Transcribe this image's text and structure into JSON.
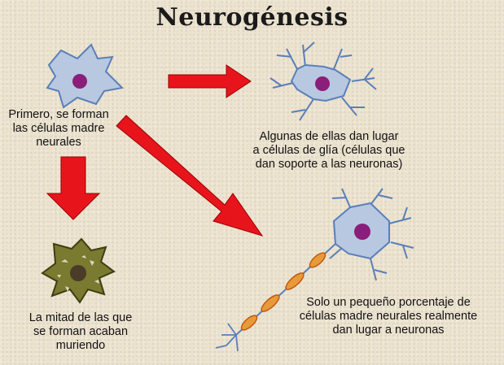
{
  "title": "Neurogénesis",
  "labels": {
    "stem_cells": [
      "Primero, se forman",
      "las células madre",
      "neurales"
    ],
    "glia": [
      "Algunas de ellas dan lugar",
      "a células de glía (células que",
      "dan soporte a las neuronas)"
    ],
    "dying": [
      "La mitad de las que",
      "se forman acaban",
      "muriendo"
    ],
    "neurons": [
      "Solo un pequeño porcentaje de",
      "células madre neurales realmente",
      "dan lugar a neuronas"
    ]
  },
  "colors": {
    "arrow": "#e8141c",
    "cell_body": "#b8c8e0",
    "cell_outline": "#5a7fb8",
    "nucleus": "#8a1e7a",
    "dying_cell": "#7a7a30",
    "myelin": "#e89a3a"
  }
}
